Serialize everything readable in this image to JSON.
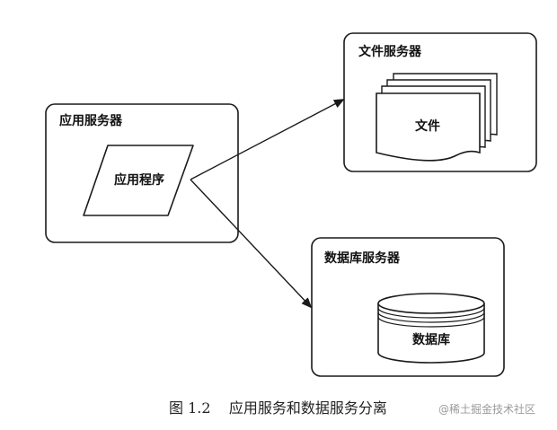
{
  "diagram": {
    "app_server": {
      "title": "应用服务器",
      "program_label": "应用程序"
    },
    "file_server": {
      "title": "文件服务器",
      "file_label": "文件"
    },
    "db_server": {
      "title": "数据库服务器",
      "db_label": "数据库"
    },
    "connections": [
      {
        "from": "应用程序",
        "to": "文件服务器"
      },
      {
        "from": "应用程序",
        "to": "数据库服务器"
      }
    ]
  },
  "caption": "图 1.2    应用服务和数据服务分离",
  "watermark": "@稀土掘金技术社区",
  "colors": {
    "stroke": "#1a1a1a",
    "caption": "#222222",
    "watermark": "#9a9a9a"
  }
}
